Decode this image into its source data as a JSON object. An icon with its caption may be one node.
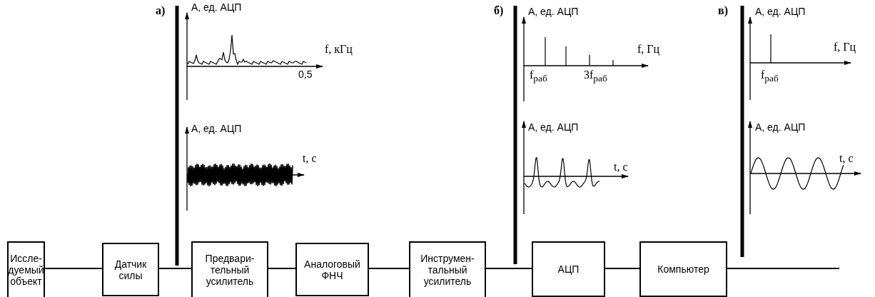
{
  "diagram": {
    "nodes": [
      {
        "text": [
          "Иссле-дуемый объект"
        ]
      },
      {
        "text": [
          "Датчик силы"
        ]
      },
      {
        "text": [
          "Предвари-тельный усилитель"
        ]
      },
      {
        "text": [
          "Аналоговый ФНЧ"
        ]
      },
      {
        "text": [
          "Инструмен-тальный усилитель"
        ]
      },
      {
        "text": [
          "АЦП"
        ]
      },
      {
        "text": [
          "Компьютер"
        ]
      }
    ],
    "edges": [
      {
        "from": 0,
        "to": 1,
        "arrow": "none"
      },
      {
        "from": 1,
        "to": 2,
        "arrow": "none"
      },
      {
        "from": 2,
        "to": 3,
        "arrow": "none"
      },
      {
        "from": 3,
        "to": 4,
        "arrow": "none"
      },
      {
        "from": 4,
        "to": 5,
        "arrow": "none"
      },
      {
        "from": 5,
        "to": 6,
        "arrow": "none"
      },
      {
        "from": 6,
        "to": null,
        "arrow": "none"
      }
    ],
    "labels": [
      "а)",
      "А, ед. АЦП",
      "f, кГц",
      "0,5",
      "А, ед. АЦП",
      "t, с",
      "б)",
      "А, ед. АЦП",
      "f, Гц",
      "f$_{раб}$",
      "3f$_{раб}$",
      "А, ед. АЦП",
      "t, с",
      "в)",
      "А, ед. АЦП",
      "f, Гц",
      "f$_{раб}$",
      "А, ед. АЦП",
      "t, с"
    ]
  }
}
